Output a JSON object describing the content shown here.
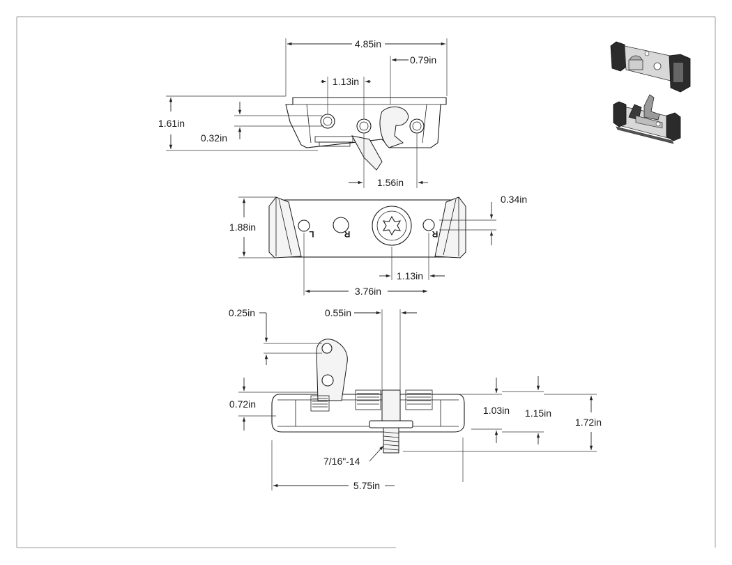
{
  "top_view": {
    "width_label": "4.85in",
    "offset_label": "0.79in",
    "hole_spacing_label": "1.13in",
    "height_label": "1.61in",
    "small_height_label": "0.32in",
    "bottom_spacing_label": "1.56in"
  },
  "middle_view": {
    "height_label": "1.88in",
    "small_label": "0.34in",
    "hole_spacing_label": "1.13in",
    "width_label": "3.76in",
    "mark_l": "L",
    "mark_r1": "R",
    "mark_r2": "R"
  },
  "bottom_view": {
    "small_label_a": "0.25in",
    "small_label_b": "0.55in",
    "left_height_label": "0.72in",
    "inner_height_a": "1.03in",
    "inner_height_b": "1.15in",
    "total_height_label": "1.72in",
    "thread_label": "7/16\"-14",
    "width_label": "5.75in"
  },
  "colors": {
    "line": "#1a1a1a",
    "frame": "#999999",
    "thumb_dark": "#2b2b2b",
    "thumb_light": "#d8d8d8"
  }
}
